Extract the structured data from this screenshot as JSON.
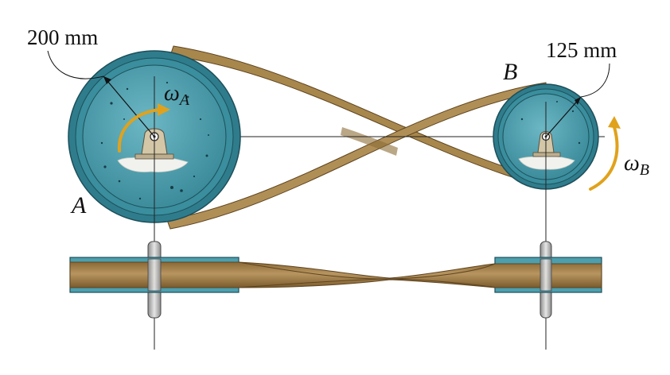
{
  "labels": {
    "radius_a": "200 mm",
    "radius_b": "125 mm",
    "pulley_a": "A",
    "pulley_b": "B",
    "omega_a_symbol": "ω",
    "omega_a_sub": "A",
    "omega_b_symbol": "ω",
    "omega_b_sub": "B"
  },
  "colors": {
    "pulley_face": "#4d9fae",
    "pulley_rim": "#2f7c8c",
    "pulley_edge": "#1d4f5a",
    "belt": "#a2824a",
    "belt_dark": "#6b5025",
    "arrow": "#e0a21c",
    "mount": "#d3c7a7",
    "base_white": "#f1f2ee"
  }
}
